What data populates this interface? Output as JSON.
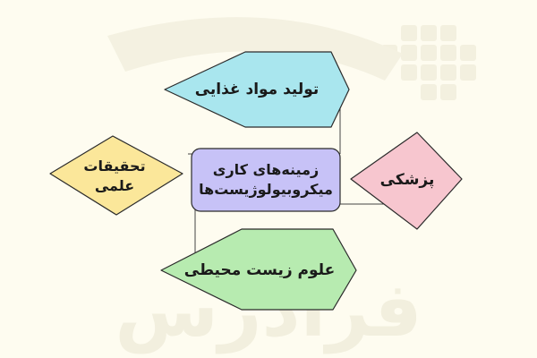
{
  "diagram": {
    "center": {
      "label": "زمینه‌های کاری\nمیکروبیولوژیست‌ها",
      "fill": "#c7c2f7"
    },
    "nodes": {
      "food": {
        "label": "تولید مواد غذایی",
        "fill": "#a9e6ee"
      },
      "medicine": {
        "label": "پزشکی",
        "fill": "#f7c6cf"
      },
      "environment": {
        "label": "علوم زیست محیطی",
        "fill": "#b7ebb0"
      },
      "research": {
        "label": "تحقیقات\nعلمی",
        "fill": "#fbe79a"
      }
    },
    "stroke": "#2b2b2b",
    "line_color": "#444444"
  },
  "watermark": {
    "text": "فرادرس",
    "color": "#f2efde"
  }
}
